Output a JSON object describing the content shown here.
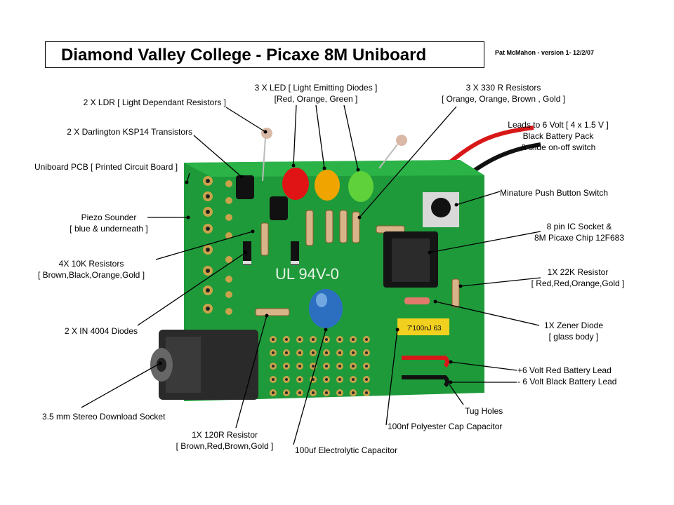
{
  "title": "Diamond Valley College -  Picaxe 8M Uniboard",
  "author": "Pat McMahon - version 1- 12/2/07",
  "board_silkscreen": "UL 94V-0",
  "capacitor_marking": "7'100nJ 63",
  "labels": {
    "ldr": [
      "2 X LDR [ Light Dependant Resistors ]"
    ],
    "darlington": [
      "2 X Darlington KSP14 Transistors"
    ],
    "pcb": [
      "Uniboard PCB [ Printed Circuit Board ]"
    ],
    "piezo": [
      "Piezo Sounder",
      "[ blue & underneath ]"
    ],
    "r10k": [
      "4X 10K Resistors",
      "[ Brown,Black,Orange,Gold ]"
    ],
    "diodes": [
      "2 X IN 4004 Diodes"
    ],
    "socket": [
      "3.5 mm Stereo Download Socket"
    ],
    "r120": [
      "1X 120R Resistor",
      "[ Brown,Red,Brown,Gold ]"
    ],
    "electrolytic": [
      "100uf Electrolytic Capacitor"
    ],
    "led": [
      "3 X LED [ Light Emitting Diodes ]",
      "[Red, Orange, Green ]"
    ],
    "r330": [
      "3 X 330 R Resistors",
      "[ Orange, Orange, Brown , Gold ]"
    ],
    "leads": [
      "Leads to 6 Volt [ 4 x 1.5 V ]",
      "Black Battery Pack",
      "& slide on-off switch"
    ],
    "pushbutton": [
      "Minature Push Button Switch"
    ],
    "icsocket": [
      "8 pin IC Socket &",
      "8M Picaxe Chip 12F683"
    ],
    "r22k": [
      "1X 22K Resistor",
      "[ Red,Red,Orange,Gold ]"
    ],
    "zener": [
      "1X Zener Diode",
      "[ glass body ]"
    ],
    "battery": [
      "+6 Volt Red Battery Lead",
      "-  6 Volt Black Battery Lead"
    ],
    "tug": [
      "Tug Holes"
    ],
    "polyester": [
      "100nf Polyester Cap Capacitor"
    ]
  },
  "colors": {
    "pcb": "#1f9a3a",
    "pcb_dark": "#157a2c",
    "pad": "#c9a24a",
    "led_red": "#e01414",
    "led_orange": "#f0a400",
    "led_green": "#5fd13a",
    "wire_red": "#d81818",
    "wire_black": "#111111"
  }
}
